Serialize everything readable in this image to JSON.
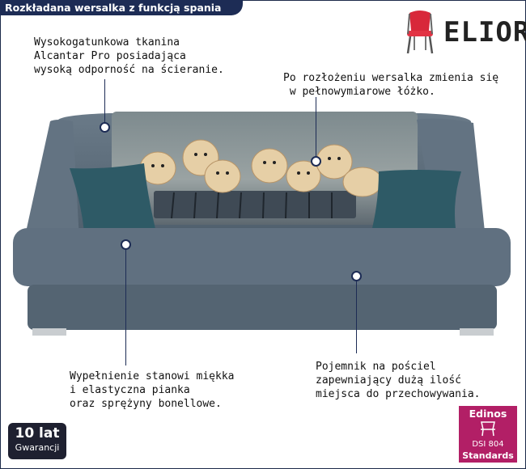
{
  "header": {
    "title": "Rozkładana wersalka z funkcją spania"
  },
  "brand": {
    "name": "ELIOR",
    "icon": "red-chair-icon"
  },
  "product": {
    "image": "grey-sofa-bed-with-puppies-print",
    "colors": {
      "fabric": "#5a6a78",
      "pillow": "#2e5a66",
      "brand_red": "#d8283a",
      "navy": "#1d2c55"
    }
  },
  "callouts": {
    "fabric": "Wysokogatunkowa tkanina\nAlcantar Pro posiadająca\nwysoką odporność na ścieranie.",
    "bed": "Po rozłożeniu wersalka zmienia się\n w pełnowymiarowe łóżko.",
    "filling": "Wypełnienie stanowi miękka\ni elastyczna pianka\noraz sprężyny bonellowe.",
    "storage": "Pojemnik na pościel\nzapewniający dużą ilość\nmiejsca do przechowywania."
  },
  "warranty": {
    "years": "10 lat",
    "label": "Gwarancji"
  },
  "certificate": {
    "name": "Edinos",
    "code": "DSI 804",
    "label": "Standards"
  }
}
